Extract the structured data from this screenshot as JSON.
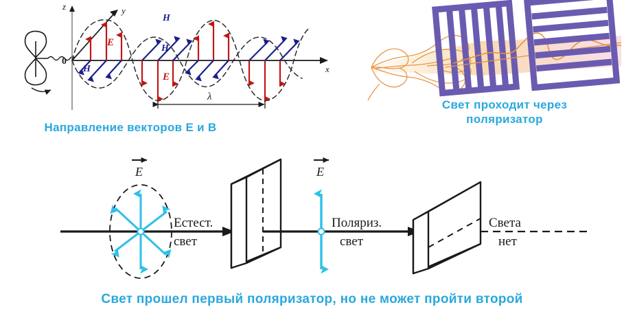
{
  "figure": {
    "title_text": "Polarization of light — Russian physics illustration",
    "captions": {
      "wave": "Направление векторов E и B",
      "polarizer_line1": "Свет проходит через",
      "polarizer_line2": "поляризатор",
      "bottom": "Свет прошел первый поляризатор, но не может пройти второй"
    },
    "colors": {
      "caption": "#29a8dd",
      "e_vector": "#c21515",
      "h_vector": "#1a1f8c",
      "ink": "#1a1a1a",
      "grating": "#6a5bb0",
      "light_beam": "#e8913d",
      "beam_glow": "#f6d9a8",
      "cyan_arrow": "#2fc0e8"
    }
  },
  "wave_panel": {
    "axis_labels": {
      "z": "z",
      "y": "y",
      "x": "x",
      "origin": "0"
    },
    "field_labels": {
      "e_upper": "E",
      "e_lower": "E",
      "h_left": "H",
      "h_mid": "H",
      "h_top": "H"
    },
    "wavelength_label": "λ",
    "source": "rotating-dipole-antenna"
  },
  "grating_panel": {
    "polarizer_1": {
      "name": "first-grating",
      "orientation": "vertical-slits",
      "bars": 6
    },
    "polarizer_2": {
      "name": "second-grating",
      "orientation": "horizontal-slits",
      "bars": 6
    },
    "beam": "unpolarized-to-polarized"
  },
  "bottom_panel": {
    "e_label_left": "E",
    "e_label_right": "E",
    "natural_light_line1": "Естест.",
    "natural_light_line2": "свет",
    "polarized_line1": "Поляриз.",
    "polarized_line2": "свет",
    "no_light_line1": "Света",
    "no_light_line2": "нет",
    "polarizer_1_orientation": "vertical-slit",
    "polarizer_2_orientation": "horizontal-slit"
  },
  "chart_data": {
    "type": "line",
    "title": "Electromagnetic wave: E and H field vectors",
    "xlabel": "x",
    "ylabel": "z",
    "series": [
      {
        "name": "E",
        "color": "#c21515",
        "plane": "xz",
        "cycles": 2.25,
        "amplitude": 52
      },
      {
        "name": "H",
        "color": "#1a1f8c",
        "plane": "xy",
        "cycles": 2.25,
        "amplitude": 38
      }
    ],
    "annotations": [
      "λ"
    ],
    "grid": false,
    "legend": "inline-labels"
  }
}
